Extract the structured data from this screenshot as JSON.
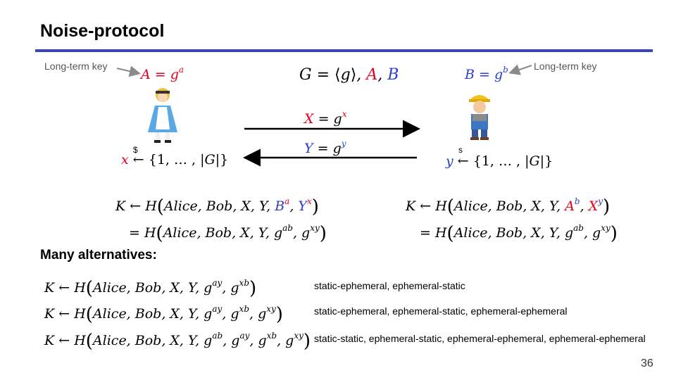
{
  "slide": {
    "title": "Noise-protocol",
    "page_number": "36",
    "left_label": "Long-term key",
    "right_label": "Long-term key",
    "many_alternatives": "Many alternatives:"
  },
  "descriptions": [
    "static-ephemeral, ephemeral-static",
    "static-ephemeral, ephemeral-static, ephemeral-ephemeral",
    "static-static, ephemeral-static, ephemeral-ephemeral, ephemeral-ephemeral"
  ],
  "colors": {
    "accent_rule": "#3e44b3",
    "red": "#e8001f",
    "blue": "#2b3dcc"
  },
  "icons": {
    "alice": "alice-figure",
    "bob": "bob-builder-figure"
  }
}
